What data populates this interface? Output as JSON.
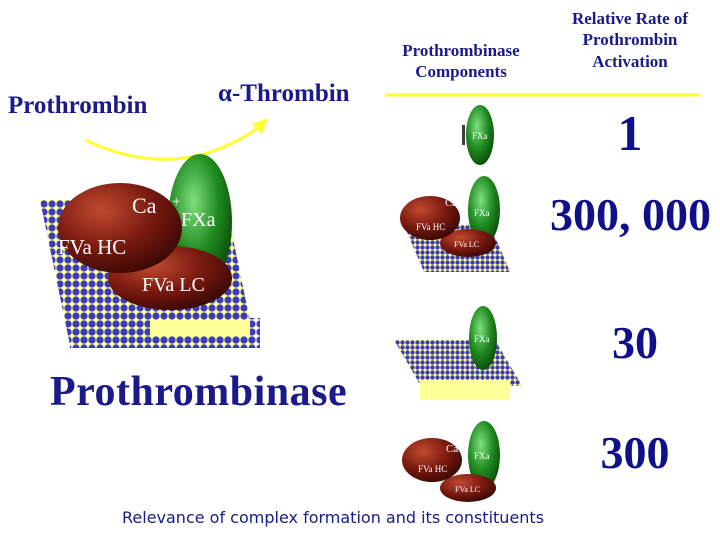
{
  "labels": {
    "prothrombin": "Prothrombin",
    "thrombin": "α-Thrombin",
    "components_header": "Prothrombinase Components",
    "rate_header": "Relative Rate of Prothrombin Activation",
    "prothrombinase": "Prothrombinase",
    "caption": "Relevance of complex formation and its constituents"
  },
  "complex": {
    "ca": "Ca",
    "ca_plus": "+",
    "fxa": "FXa",
    "fva_hc": "FVa HC",
    "fva_lc": "FVa LC"
  },
  "rows": [
    {
      "fxa": "FXa",
      "rate": "1"
    },
    {
      "ca": "Ca",
      "fxa": "FXa",
      "fva_hc": "FVa HC",
      "fva_lc": "FVa LC",
      "rate": "300, 000"
    },
    {
      "fxa": "FXa",
      "rate": "30"
    },
    {
      "ca": "Ca",
      "fxa": "FXa",
      "fva_hc": "FVa HC",
      "fva_lc": "FVa LC",
      "rate": "300"
    }
  ],
  "colors": {
    "text": "#1a1a8a",
    "membrane_dot": "#3c3cb4",
    "membrane_fill": "#ffff99",
    "fxa_green": "#1f8a1f",
    "fva_brown": "#7a1a10",
    "arrow": "#ffff33"
  }
}
